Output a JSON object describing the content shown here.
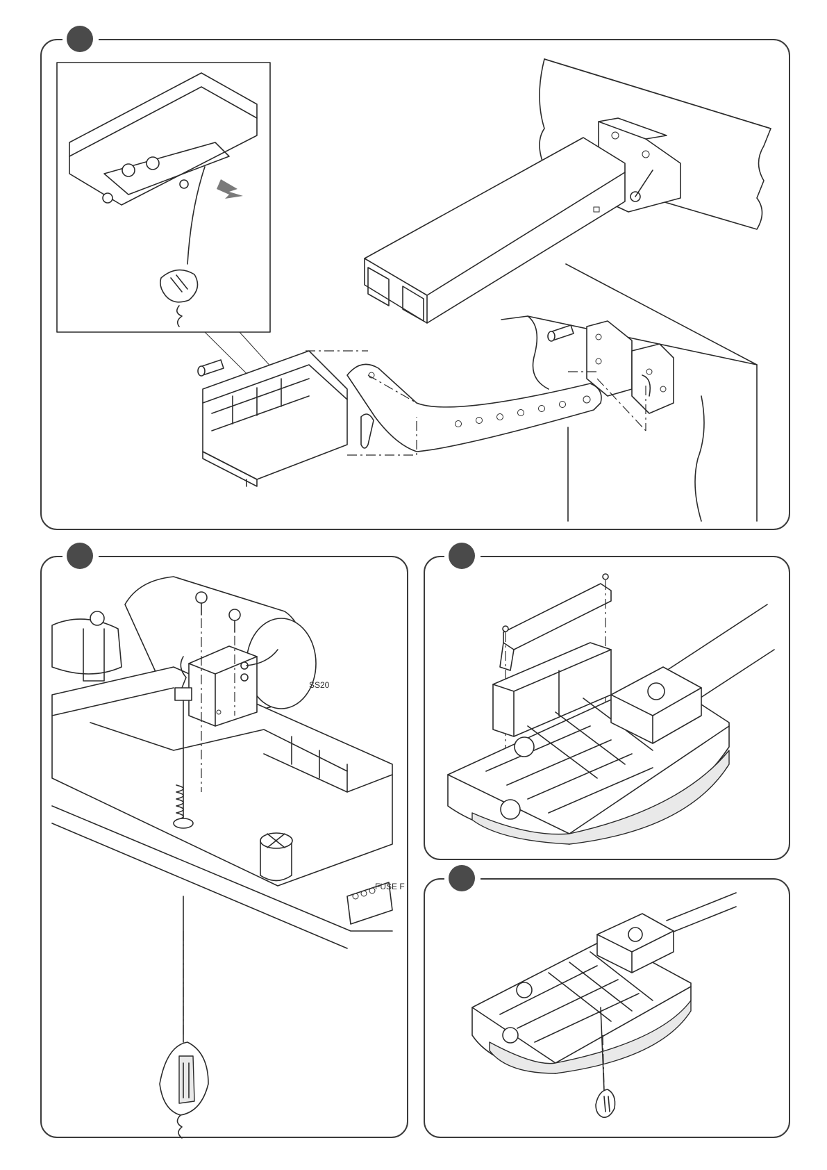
{
  "figure": {
    "panels": [
      {
        "id": "panel-1",
        "callouts": []
      },
      {
        "id": "panel-2",
        "callouts": [
          "SS20",
          "FUSE F"
        ]
      },
      {
        "id": "panel-3",
        "callouts": []
      },
      {
        "id": "panel-4",
        "callouts": []
      }
    ],
    "colors": {
      "outline": "#2b2b2b",
      "badge": "#4a4a4a",
      "arrow": "#7a7a7a"
    }
  }
}
